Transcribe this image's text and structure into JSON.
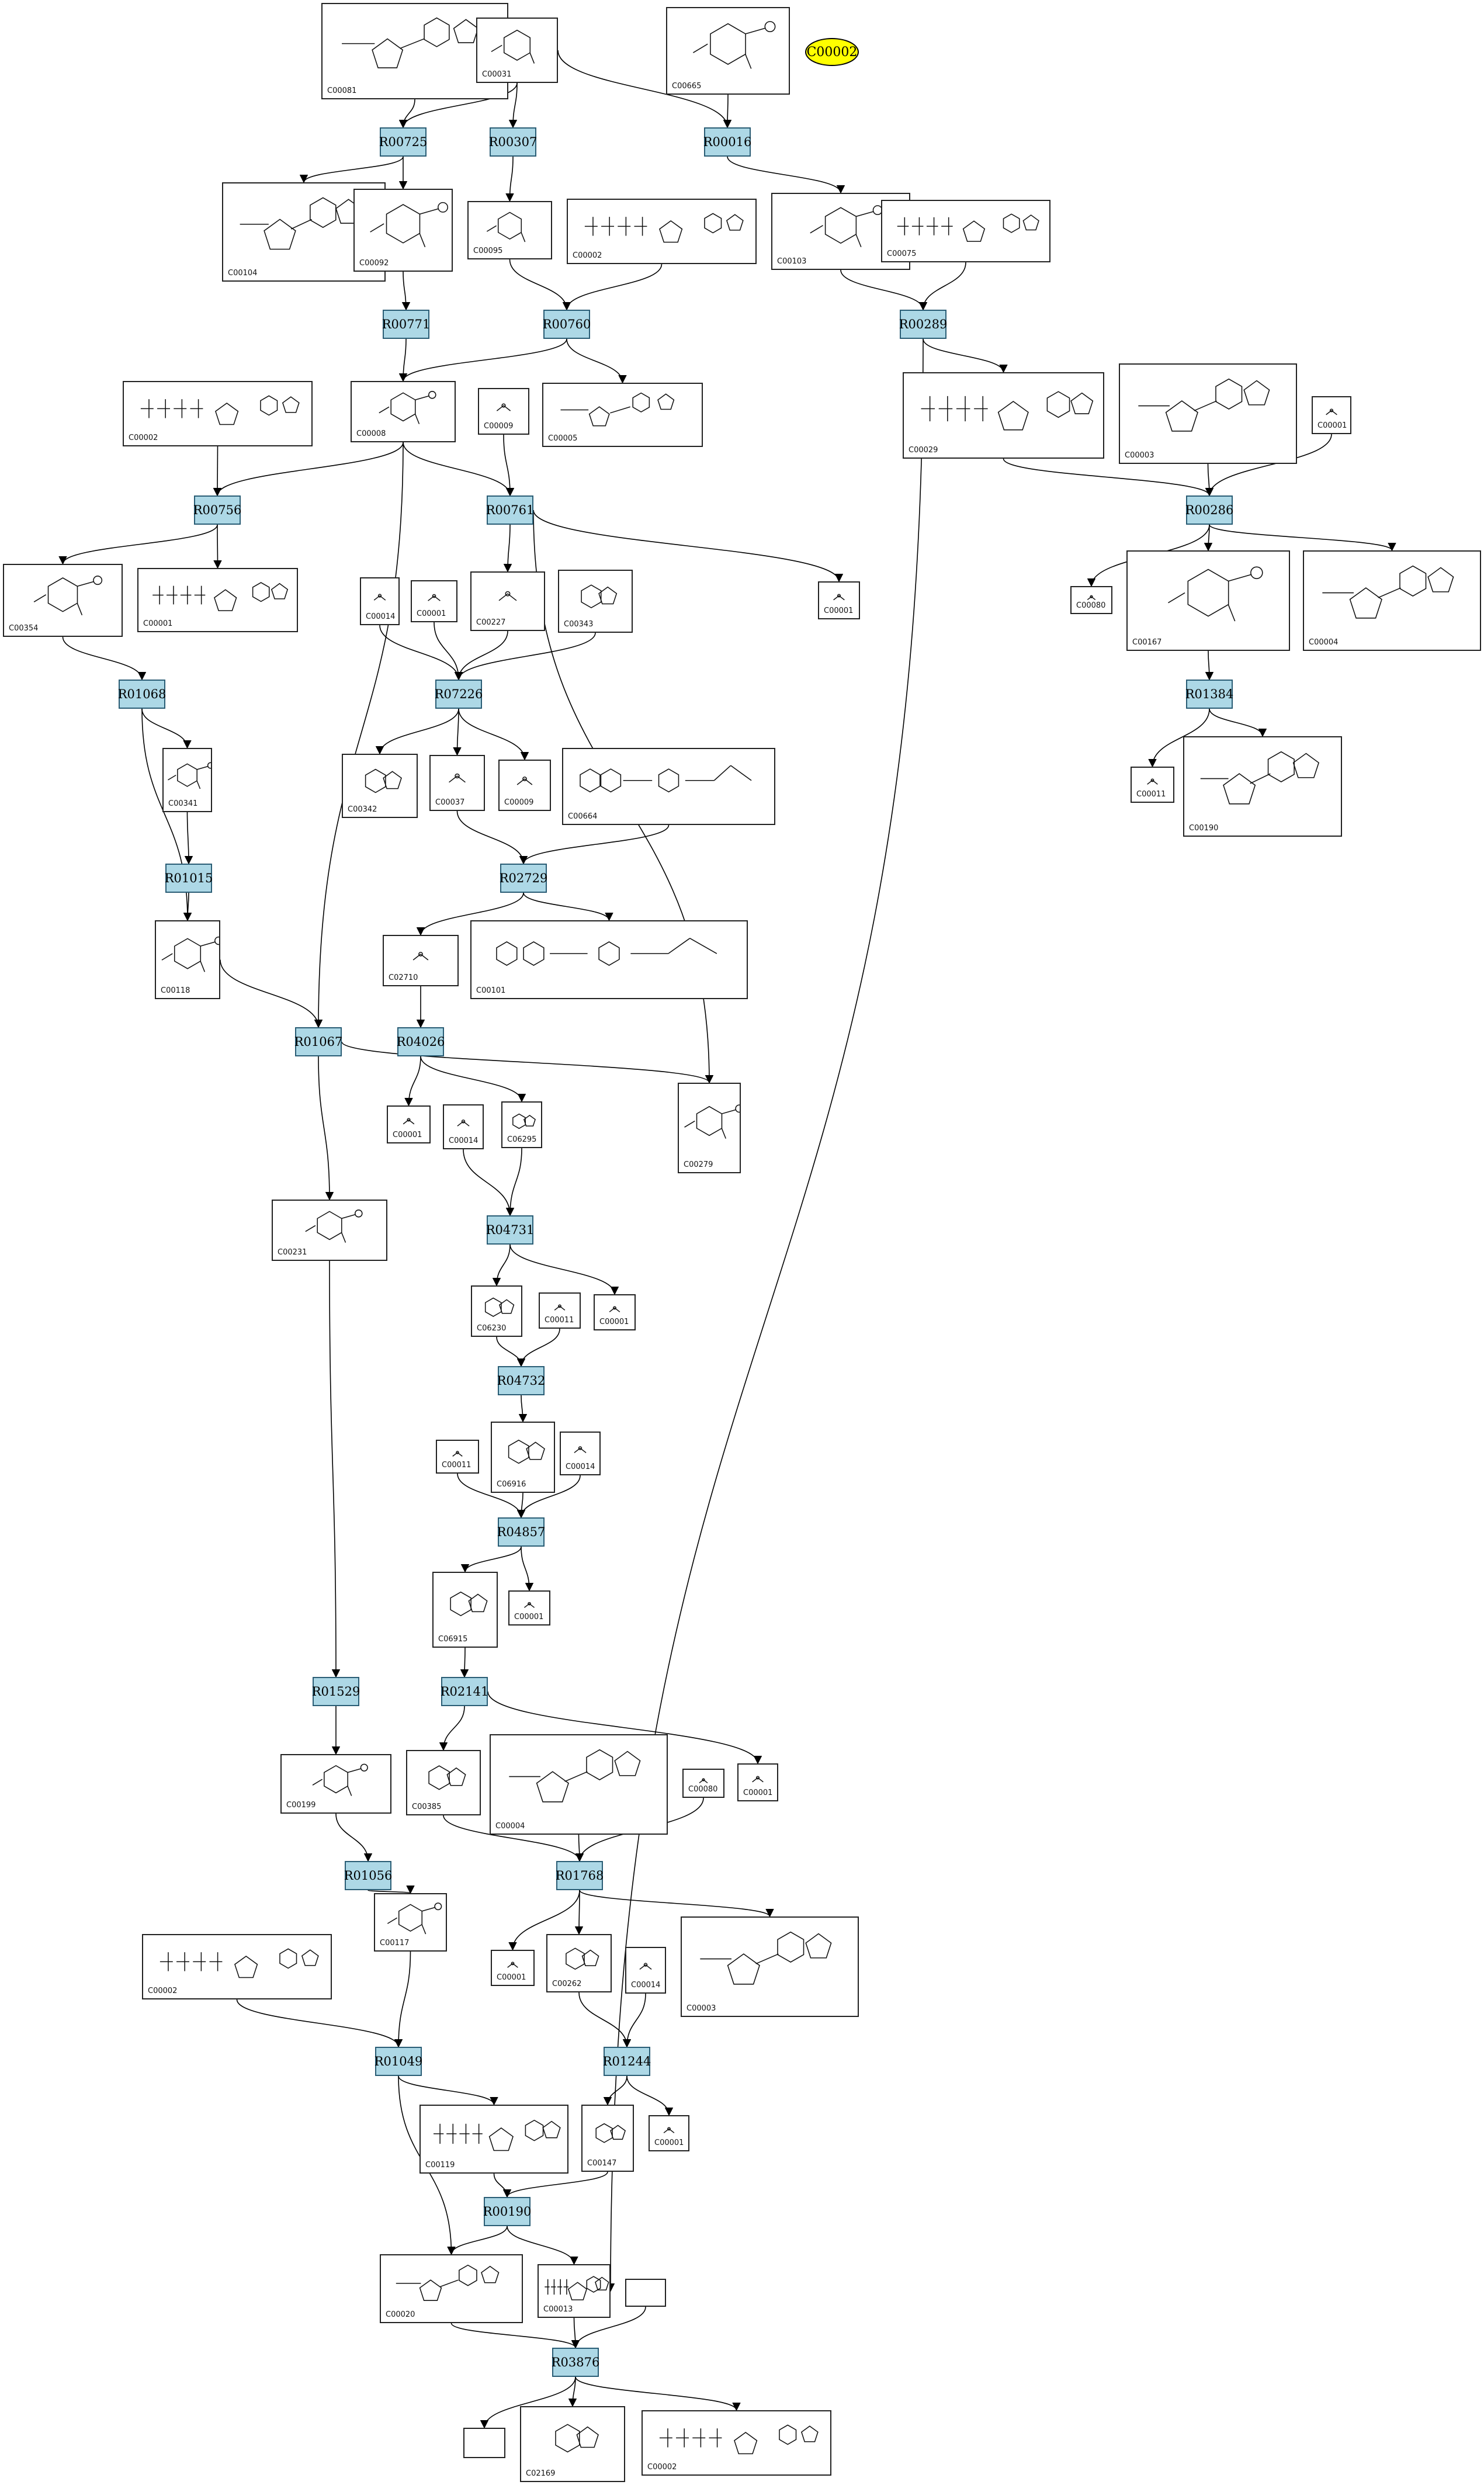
{
  "compounds": {
    "C00001": "C00001",
    "C00002": "C00002",
    "C00003": "C00003",
    "C00004": "C00004",
    "C00005": "C00005",
    "C00008": "C00008",
    "C00009": "C00009",
    "C00011": "C00011",
    "C00013": "C00013",
    "C00014": "C00014",
    "C00020": "C00020",
    "C00029": "C00029",
    "C00031": "C00031",
    "C00037": "C00037",
    "C00075": "C00075",
    "C00080": "C00080",
    "C00081": "C00081",
    "C00092": "C00092",
    "C00095": "C00095",
    "C00101": "C00101",
    "C00103": "C00103",
    "C00104": "C00104",
    "C00117": "C00117",
    "C00118": "C00118",
    "C00119": "C00119",
    "C00147": "C00147",
    "C00167": "C00167",
    "C00190": "C00190",
    "C00199": "C00199",
    "C00227": "C00227",
    "C00231": "C00231",
    "C00262": "C00262",
    "C00279": "C00279",
    "C00341": "C00341",
    "C00342": "C00342",
    "C00343": "C00343",
    "C00354": "C00354",
    "C00385": "C00385",
    "C00664": "C00664",
    "C00665": "C00665",
    "C02169": "C02169",
    "C02710": "C02710",
    "C06230": "C06230",
    "C06295": "C06295",
    "C06916": "C06916",
    "C06915": "C06915"
  },
  "reactions": {
    "R00725": "R00725",
    "R00307": "R00307",
    "R00016": "R00016",
    "R00771": "R00771",
    "R00760": "R00760",
    "R00289": "R00289",
    "R00756": "R00756",
    "R00761": "R00761",
    "R00286": "R00286",
    "R01068": "R01068",
    "R07226": "R07226",
    "R01384": "R01384",
    "R01015": "R01015",
    "R02729": "R02729",
    "R01067": "R01067",
    "R04026": "R04026",
    "R04731": "R04731",
    "R04732": "R04732",
    "R04857": "R04857",
    "R01529": "R01529",
    "R02141": "R02141",
    "R01056": "R01056",
    "R01768": "R01768",
    "R01049": "R01049",
    "R01244": "R01244",
    "R00190": "R00190",
    "R03876": "R03876"
  },
  "highlight": {
    "label": "C00002",
    "fill": "#ffff00"
  },
  "colors": {
    "reaction_fill": "#add8e6",
    "reaction_border": "#2a5d75",
    "edge": "#000000"
  }
}
